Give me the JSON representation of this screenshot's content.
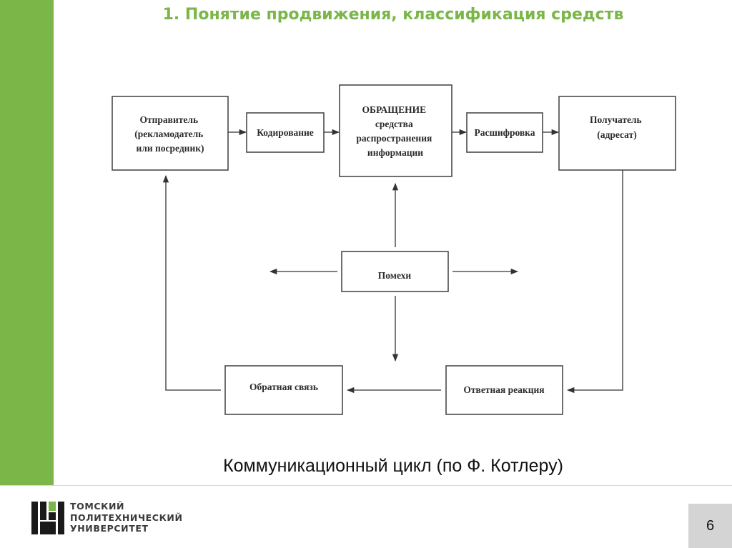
{
  "slide": {
    "title": "1. Понятие продвижения, классификация средств",
    "caption": "Коммуникационный цикл (по Ф. Котлеру)",
    "page_number": "6"
  },
  "logo": {
    "lines": [
      "ТОМСКИЙ",
      "ПОЛИТЕХНИЧЕСКИЙ",
      "УНИВЕРСИТЕТ"
    ]
  },
  "diagram": {
    "sender": [
      "Отправитель",
      "(рекламодатель",
      "или посредник)"
    ],
    "encoding": "Кодирование",
    "channel": [
      "ОБРАЩЕНИЕ",
      "средства",
      "распространения",
      "информации"
    ],
    "decoding": "Расшифровка",
    "receiver": [
      "Получатель",
      "(адресат)"
    ],
    "noise": "Помехи",
    "feedback": "Обратная связь",
    "response": "Ответная реакция"
  },
  "colors": {
    "accent_green": "#7ab648",
    "box_stroke": "#4a4a4a",
    "page_number_bg": "#d4d4d4"
  }
}
